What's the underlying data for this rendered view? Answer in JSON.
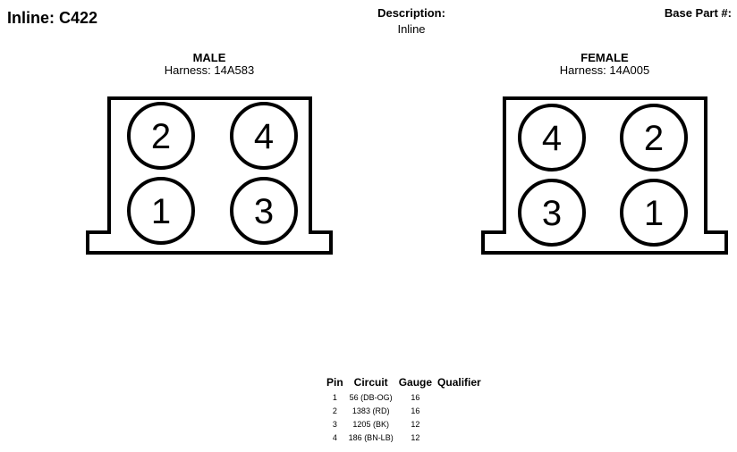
{
  "header": {
    "title": "Inline: C422",
    "description_label": "Description:",
    "description_value": "Inline",
    "base_part_label": "Base Part #:"
  },
  "male": {
    "label": "MALE",
    "harness": "Harness: 14A583",
    "pins_top": [
      "2",
      "4"
    ],
    "pins_bottom": [
      "1",
      "3"
    ]
  },
  "female": {
    "label": "FEMALE",
    "harness": "Harness: 14A005",
    "pins_top": [
      "4",
      "2"
    ],
    "pins_bottom": [
      "3",
      "1"
    ]
  },
  "table": {
    "headers": [
      "Pin",
      "Circuit",
      "Gauge",
      "Qualifier"
    ],
    "rows": [
      {
        "pin": "1",
        "circuit": "56 (DB-OG)",
        "gauge": "16",
        "qualifier": ""
      },
      {
        "pin": "2",
        "circuit": "1383 (RD)",
        "gauge": "16",
        "qualifier": ""
      },
      {
        "pin": "3",
        "circuit": "1205 (BK)",
        "gauge": "12",
        "qualifier": ""
      },
      {
        "pin": "4",
        "circuit": "186 (BN-LB)",
        "gauge": "12",
        "qualifier": ""
      }
    ]
  }
}
